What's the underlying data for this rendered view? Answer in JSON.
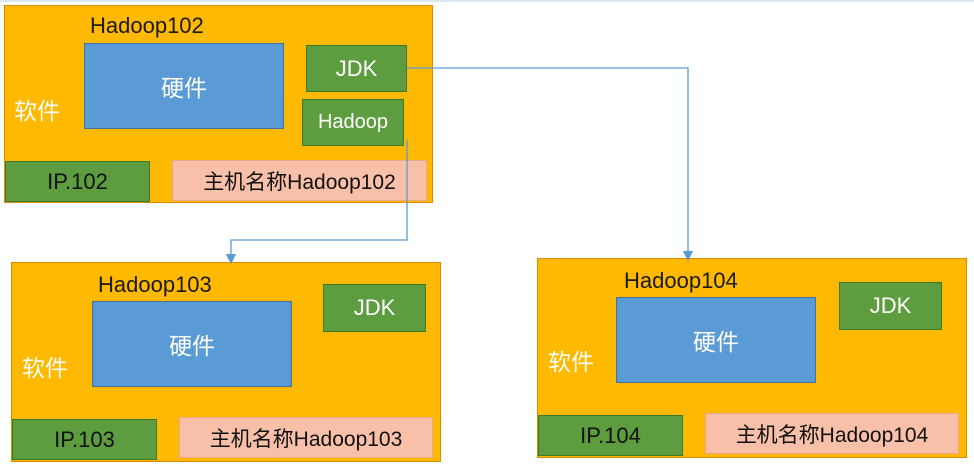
{
  "hosts": [
    {
      "title": "Hadoop102",
      "hardware": "硬件",
      "software": "软件",
      "jdk": "JDK",
      "hadoop": "Hadoop",
      "ip": "IP.102",
      "hostname": "主机名称Hadoop102"
    },
    {
      "title": "Hadoop103",
      "hardware": "硬件",
      "software": "软件",
      "jdk": "JDK",
      "ip": "IP.103",
      "hostname": "主机名称Hadoop103"
    },
    {
      "title": "Hadoop104",
      "hardware": "硬件",
      "software": "软件",
      "jdk": "JDK",
      "ip": "IP.104",
      "hostname": "主机名称Hadoop104"
    }
  ],
  "colors": {
    "host_fill": "#ffb900",
    "hardware_fill": "#5b9bd5",
    "green_fill": "#5d9c3f",
    "hostname_fill": "#f8c0a8",
    "arrow": "#5b9bd5"
  }
}
